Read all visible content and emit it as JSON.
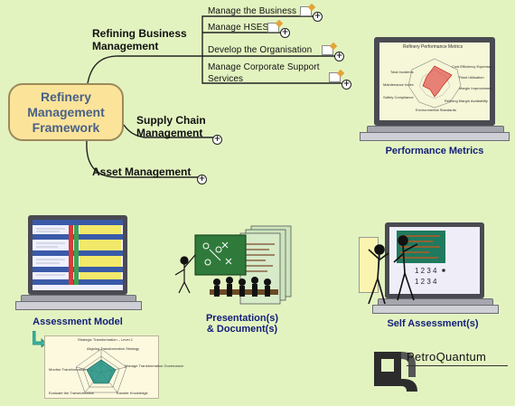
{
  "central": {
    "label": "Refinery\nManagement\nFramework"
  },
  "branches": [
    {
      "label": "Refining Business\nManagement",
      "children": [
        {
          "label": "Manage the Business"
        },
        {
          "label": "Manage HSES"
        },
        {
          "label": "Develop the Organisation"
        },
        {
          "label": "Manage Corporate Support\nServices"
        }
      ]
    },
    {
      "label": "Supply Chain\nManagement"
    },
    {
      "label": "Asset Management"
    }
  ],
  "captions": {
    "performance": "Performance Metrics",
    "assessment": "Assessment Model",
    "presentation": "Presentation(s)\n& Document(s)",
    "self": "Self Assessment(s)"
  },
  "performance_screen": {
    "title": "Refinery Performance Metrics",
    "labels": [
      "Cost Efficiency Expenses",
      "Plant Utilisation",
      "Margin Improvement",
      "Refining Margin Availability",
      "Environmental Standards",
      "Safety Compliance",
      "Maintenance Index",
      "Total Incidents"
    ]
  },
  "assessment_chart": {
    "title": "Strategic Transformation – Level 1",
    "labels": [
      "Aligning Transformation Strategy",
      "Manage Transformation Governance",
      "Monitor Transformation",
      "Transfer Knowledge",
      "Evaluate the Transformation"
    ]
  },
  "self_board": {
    "numbers_top": "1   2   3   4",
    "numbers_bottom": "1   2   3   4"
  },
  "logo": {
    "text": "PetroQuantum"
  },
  "colors": {
    "background": "#e3f3c0",
    "central_fill": "#fbe49a",
    "central_text": "#4a6186",
    "caption": "#14207a"
  },
  "icons": [
    "note-icon",
    "expand-icon",
    "laptop-icon",
    "stick-figure-icon",
    "logo-mark"
  ]
}
